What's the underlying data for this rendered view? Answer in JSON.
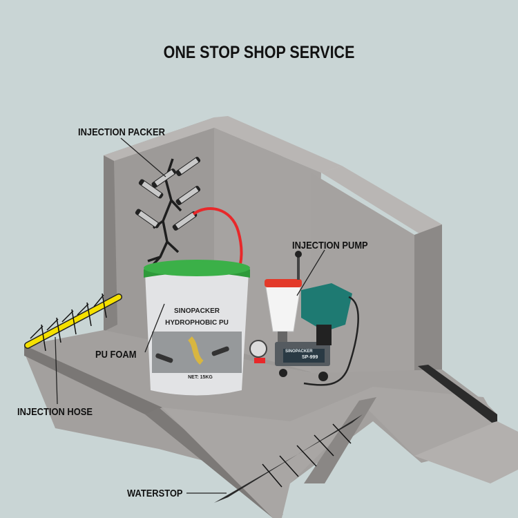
{
  "title": "ONE STOP SHOP SERVICE",
  "labels": {
    "injection_packer": "INJECTION PACKER",
    "injection_pump": "INJECTION PUMP",
    "pu_foam": "PU FOAM",
    "injection_hose": "INJECTION HOSE",
    "waterstop": "WATERSTOP"
  },
  "bucket": {
    "brand": "SINOPACKER",
    "product": "HYDROPHOBIC PU",
    "net": "NET: 15KG"
  },
  "pump": {
    "brand": "SINOPACKER",
    "model": "SP-999"
  },
  "colors": {
    "background": "#c9d5d5",
    "wall": "#9e9b99",
    "floor": "#a3a09e",
    "bucket_lid": "#2e9a3a",
    "hose_red": "#e8282a",
    "injection_hose": "#f5e000",
    "pump_body": "#1e7a72",
    "waterstop": "#2a2a2a"
  }
}
